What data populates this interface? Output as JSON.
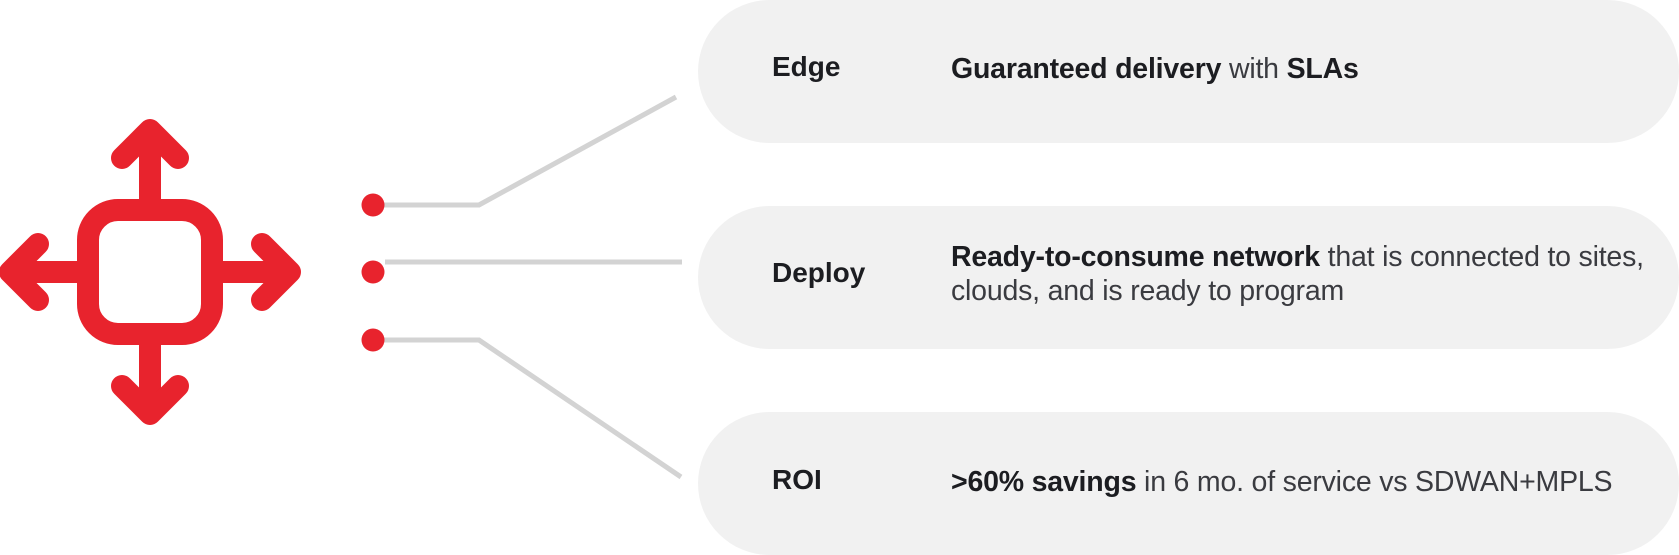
{
  "colors": {
    "accent": "#e8232d",
    "connector": "#d3d3d3",
    "pill_background": "#f1f1f1",
    "text": "#1c1d21"
  },
  "icon": {
    "name": "expand-arrows-icon",
    "description": "square with arrows pointing up, down, left and right"
  },
  "connectors": [
    {
      "target": "Edge"
    },
    {
      "target": "Deploy"
    },
    {
      "target": "ROI"
    }
  ],
  "items": [
    {
      "label": "Edge",
      "description": [
        {
          "text": "Guaranteed delivery",
          "bold": true
        },
        {
          "text": " with ",
          "bold": false
        },
        {
          "text": "SLAs",
          "bold": true
        }
      ]
    },
    {
      "label": "Deploy",
      "description": [
        {
          "text": "Ready-to-consume network",
          "bold": true
        },
        {
          "text": " that is connected to sites, clouds, and is ready to program",
          "bold": false
        }
      ]
    },
    {
      "label": "ROI",
      "description": [
        {
          "text": ">60% savings",
          "bold": true
        },
        {
          "text": " in 6 mo. of service vs SDWAN+MPLS",
          "bold": false
        }
      ]
    }
  ]
}
